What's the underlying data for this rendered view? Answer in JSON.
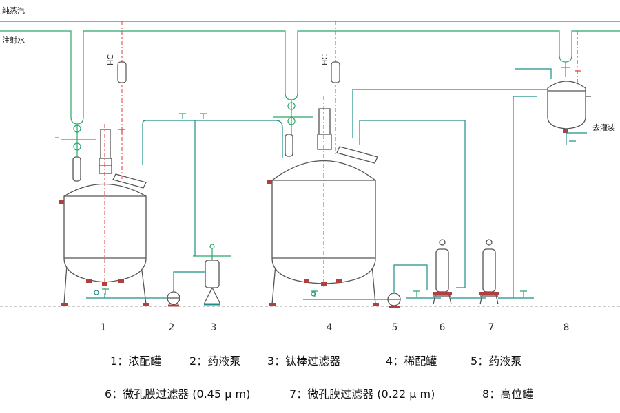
{
  "pipes": {
    "steam_label": "纯蒸汽",
    "water_label": "注射水",
    "fill_outlet_label": "去灌装",
    "steam_color": "#e23b3b",
    "water_color": "#2aa86a",
    "product_color": "#1f8f8a",
    "equipment_color": "#555555"
  },
  "instruments": {
    "hc_label": "HC"
  },
  "equipment_numbers": [
    "1",
    "2",
    "3",
    "4",
    "5",
    "6",
    "7",
    "8"
  ],
  "legend": {
    "row1": [
      {
        "num": "1",
        "name": "浓配罐"
      },
      {
        "num": "2",
        "name": "药液泵"
      },
      {
        "num": "3",
        "name": "钛棒过滤器"
      },
      {
        "num": "4",
        "name": "稀配罐"
      },
      {
        "num": "5",
        "name": "药液泵"
      }
    ],
    "row2": [
      {
        "num": "6",
        "name": "微孔膜过滤器 (0.45 μ m)"
      },
      {
        "num": "7",
        "name": "微孔膜过滤器 (0.22 μ m)"
      },
      {
        "num": "8",
        "name": "高位罐"
      }
    ],
    "separator": "："
  }
}
